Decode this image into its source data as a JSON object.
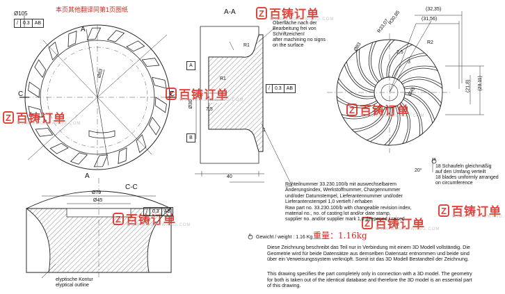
{
  "top_note": "本页其他翻译同第1页图纸",
  "watermark": {
    "brand": "百铸订单",
    "url": "WWW.BAIZHUWANG.COM",
    "logo_char": "Z"
  },
  "front_view": {
    "dia_outer": "Ø105",
    "dia_inner": "Ø83",
    "tol_sym": "/",
    "tol_val": "0.3",
    "tol_ref": "AB",
    "label_a_top": "A",
    "label_a_bottom": "A",
    "label_c": "C"
  },
  "section_aa": {
    "title": "A-A",
    "surface_note": [
      "Oberfläche nach der",
      "Bearbeitung frei von",
      "Schriftzeichen!",
      "after machining no signs",
      "on the surface"
    ],
    "r1_top": "R1",
    "r1_mid": "R1",
    "datum_a": "A",
    "datum_b": "B",
    "dia_30": "Ø30",
    "dim_7_5": "7,5",
    "dim_40": "40",
    "dim_1": "1",
    "tol_sym": "/",
    "tol_val": "0.3",
    "tol_ref": "AB"
  },
  "blade_view": {
    "r30_85": "R30,85",
    "r33_07": "R33,07",
    "dim_32_35": "(32,35)",
    "dim_31_56": "(31,56)",
    "r2": "R2",
    "dia_83": "Ø83",
    "dim_2_5": "2,5",
    "dim_3": "3",
    "dia_45": "Ø45",
    "dim_21_8": "(21,8)",
    "dim_23_11": "(23,11)",
    "angle_20": "20°",
    "blade_note_marker": "18",
    "blade_note": [
      "18 Schaufeln gleichmäßig",
      "auf den Umfang verteilt",
      "18 blades uniformly arranged",
      "on circumference"
    ]
  },
  "section_cc": {
    "title": "C-C",
    "dia_79": "Ø79",
    "dia_45": "Ø45",
    "tol_sym": "/",
    "tol_val": "0.3",
    "tol_ref": "AB",
    "contour_de": "elyptische Kontur",
    "contour_en": "elyptical outline"
  },
  "part_text": [
    "Rohteilnummer 33.230.100/b mit auswechselbarem",
    "Änderungsindex, Werkstoffnummer, Chargennummer",
    "und/oder Datumstempel, Lieferantennummer und/oder",
    "Lieferantenstempel 1,0 vertieft / erhaben",
    "Raw part no. 33.230.100/b with changeable revision index,",
    "material no., no. of casting lot and/or date stamp,",
    "supplier no. and/or supplier mark 1,0 deepened / raised"
  ],
  "weight": {
    "marker": "6",
    "label": "Gewicht / weight : 1.16 Kg",
    "cn_label": "重量：1.16kg"
  },
  "description_de": "Diese Zeichnung beschreibt das Teil nur in Verbindung mit einem 3D Modell vollständig. Die Geometrie wird für beide Datensätze aus demselben Datensatz entnommen und beide sind über ein Verweisungssystem verknüpft. Somit ist das 3D Modell Bestandteil der Zeichnung.",
  "description_en": "This drawing specifies the part completely only in connection with a 3D model. The geometry for both is taken out of the identical database and therefore the 3D model is an essential part of this drawing."
}
